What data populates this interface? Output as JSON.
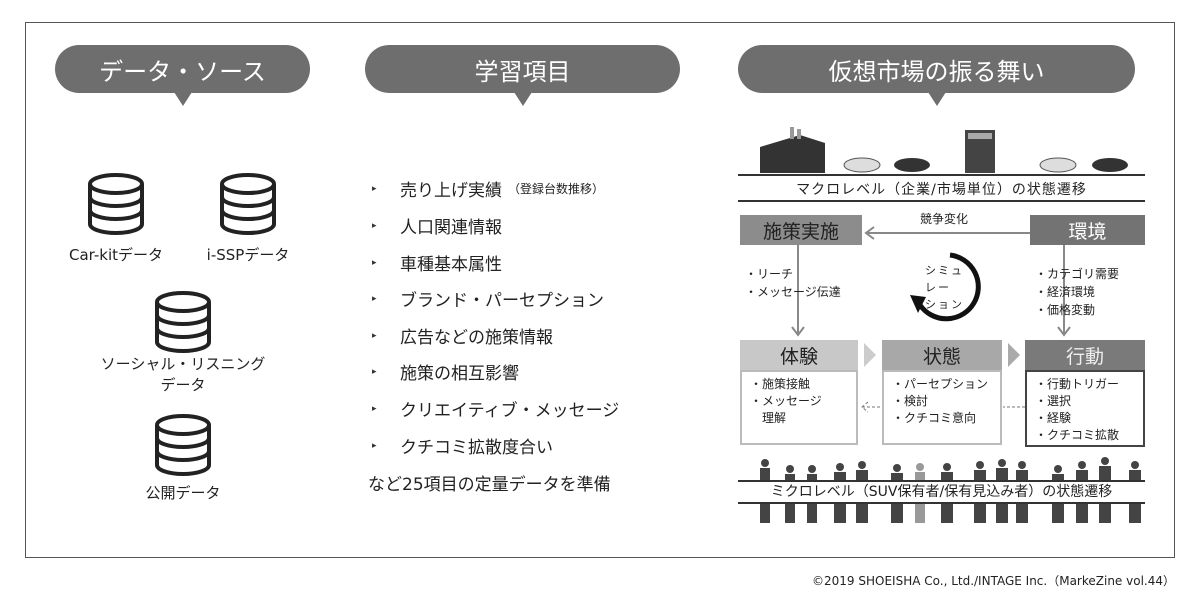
{
  "headers": [
    "データ・ソース",
    "学習項目",
    "仮想市場の振る舞い"
  ],
  "sources": [
    "Car-kitデータ",
    "i-SSPデータ",
    "ソーシャル・リスニング\nデータ",
    "公開データ"
  ],
  "learning": {
    "items": [
      {
        "text": "売り上げ実績",
        "note": "（登録台数推移）"
      },
      {
        "text": "人口関連情報"
      },
      {
        "text": "車種基本属性"
      },
      {
        "text": "ブランド・パーセプション"
      },
      {
        "text": "広告などの施策情報"
      },
      {
        "text": "施策の相互影響"
      },
      {
        "text": "クリエイティブ・メッセージ"
      },
      {
        "text": "クチコミ拡散度合い"
      }
    ],
    "summary": "など25項目の定量データを準備"
  },
  "market": {
    "macro": "マクロレベル（企業/市場単位）の状態遷移",
    "policy": "施策実施",
    "env": "環境",
    "competition": "競争変化",
    "policy_items": [
      "・リーチ",
      "・メッセージ伝達"
    ],
    "env_items": [
      "・カテゴリ需要",
      "・経済環境",
      "・価格変動"
    ],
    "sim": [
      "シミュ",
      "レー",
      "ション"
    ],
    "stages": [
      {
        "title": "体験",
        "items": [
          "・施策接触",
          "・メッセージ",
          "　理解"
        ]
      },
      {
        "title": "状態",
        "items": [
          "・パーセプション",
          "・検討",
          "・クチコミ意向"
        ]
      },
      {
        "title": "行動",
        "items": [
          "・行動トリガー",
          "・選択",
          "・経験",
          "・クチコミ拡散"
        ]
      }
    ],
    "micro": "ミクロレベル（SUV保有者/保有見込み者）の状態遷移"
  },
  "copyright": "©2019 SHOEISHA Co., Ltd./INTAGE Inc.（MarkeZine vol.44）"
}
